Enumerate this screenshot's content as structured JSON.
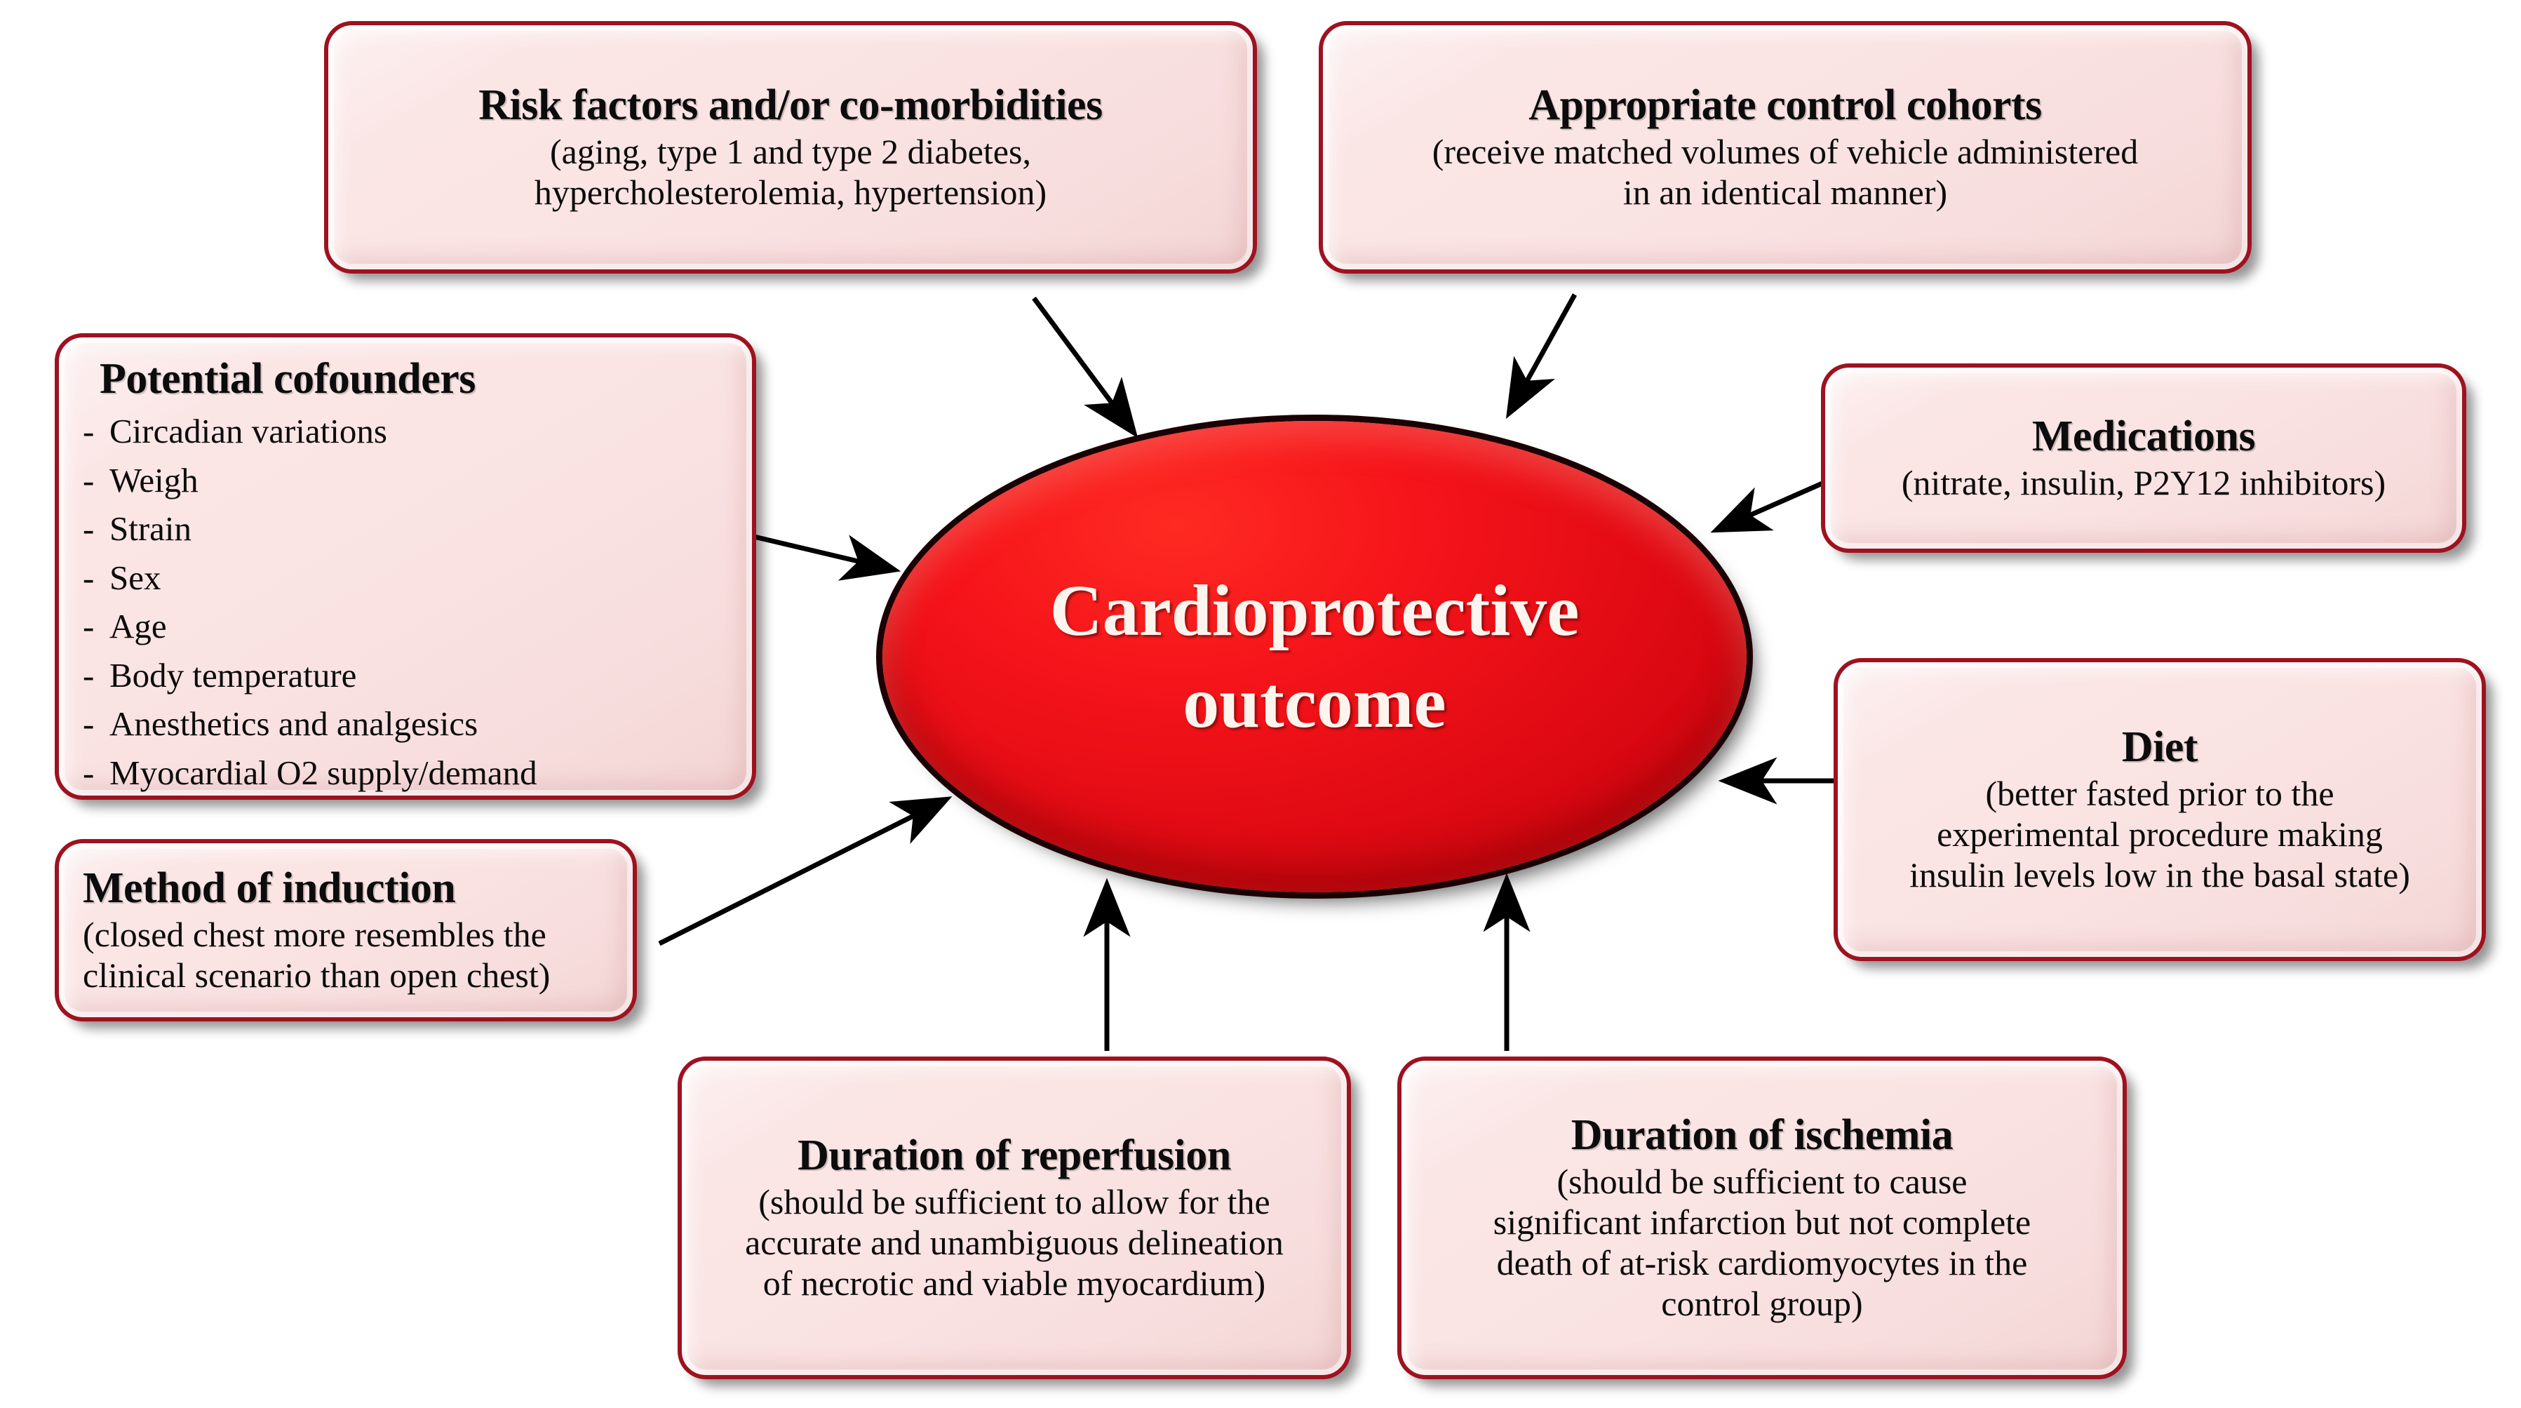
{
  "hub": {
    "label": "Cardioprotective\noutcome",
    "fill_color": "#e30b14",
    "text_color": "#fdf4ee"
  },
  "style": {
    "box_border_color": "#9e1220",
    "box_fill_color": "#fbe6e6",
    "arrow_color": "#000000",
    "background_color": "#ffffff"
  },
  "nodes": {
    "risk_factors": {
      "title": "Risk factors and/or co-morbidities",
      "sub_line1": "(aging, type 1 and type 2 diabetes,",
      "sub_line2": "hypercholesterolemia, hypertension)"
    },
    "control_cohorts": {
      "title": "Appropriate control cohorts",
      "sub_line1": "(receive matched volumes of vehicle administered",
      "sub_line2": "in an identical manner)"
    },
    "potential_cofounders": {
      "title": "Potential cofounders",
      "bullets": [
        "Circadian variations",
        "Weigh",
        "Strain",
        "Sex",
        "Age",
        "Body temperature",
        "Anesthetics and analgesics",
        "Myocardial O2 supply/demand"
      ],
      "dash": "-"
    },
    "method_of_induction": {
      "title": "Method of induction",
      "sub_line1": "(closed chest more resembles the",
      "sub_line2": "clinical scenario than open chest)"
    },
    "medications": {
      "title": "Medications",
      "sub_line1": "(nitrate, insulin, P2Y12 inhibitors)"
    },
    "diet": {
      "title": "Diet",
      "sub_line1": "(better fasted prior to the",
      "sub_line2": "experimental procedure making",
      "sub_line3": "insulin levels low in the basal state)"
    },
    "duration_of_reperfusion": {
      "title": "Duration of reperfusion",
      "sub_line1": "(should be sufficient to allow for the",
      "sub_line2": "accurate and unambiguous delineation",
      "sub_line3": "of necrotic and viable myocardium)"
    },
    "duration_of_ischemia": {
      "title": "Duration of ischemia",
      "sub_line1": "(should be sufficient to cause",
      "sub_line2": "significant infarction but not complete",
      "sub_line3": "death of at-risk cardiomyocytes in the",
      "sub_line4": "control group)"
    }
  }
}
